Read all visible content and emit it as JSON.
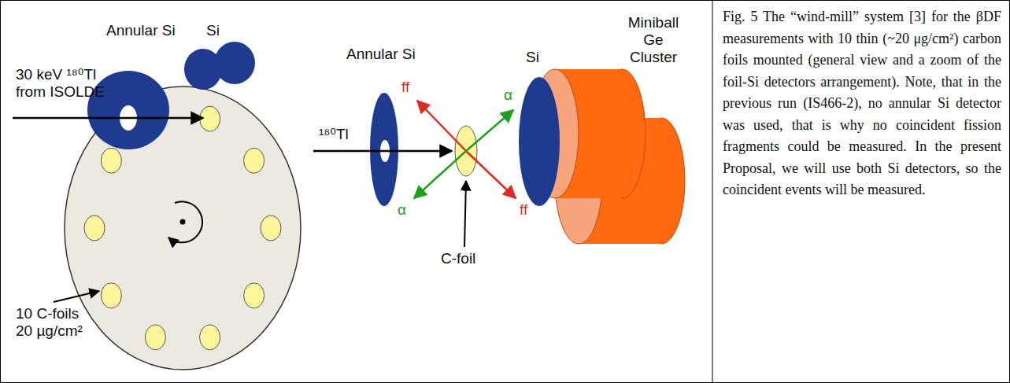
{
  "diagram": {
    "caption": "Fig. 5 The “wind-mill” system [3] for the βDF measurements with 10 thin (~20 μg/cm²) carbon foils mounted (general view and a zoom of the foil-Si detectors arrangement). Note, that in the previous run (IS466-2), no annular Si detector was used, that is why no coincident fission fragments could be measured. In the present Proposal, we will use both Si detectors, so the coincident events will be measured.",
    "labels": [
      "Annular Si",
      "Si",
      "30 keV ¹⁸⁰Tl from ISOLDE",
      "10 C-foils 20 µg/cm²",
      "Annular Si",
      "¹⁸⁰Tl",
      "ff",
      "ff",
      "α",
      "α",
      "C-foil",
      "Si",
      "Miniball Ge Cluster"
    ]
  }
}
